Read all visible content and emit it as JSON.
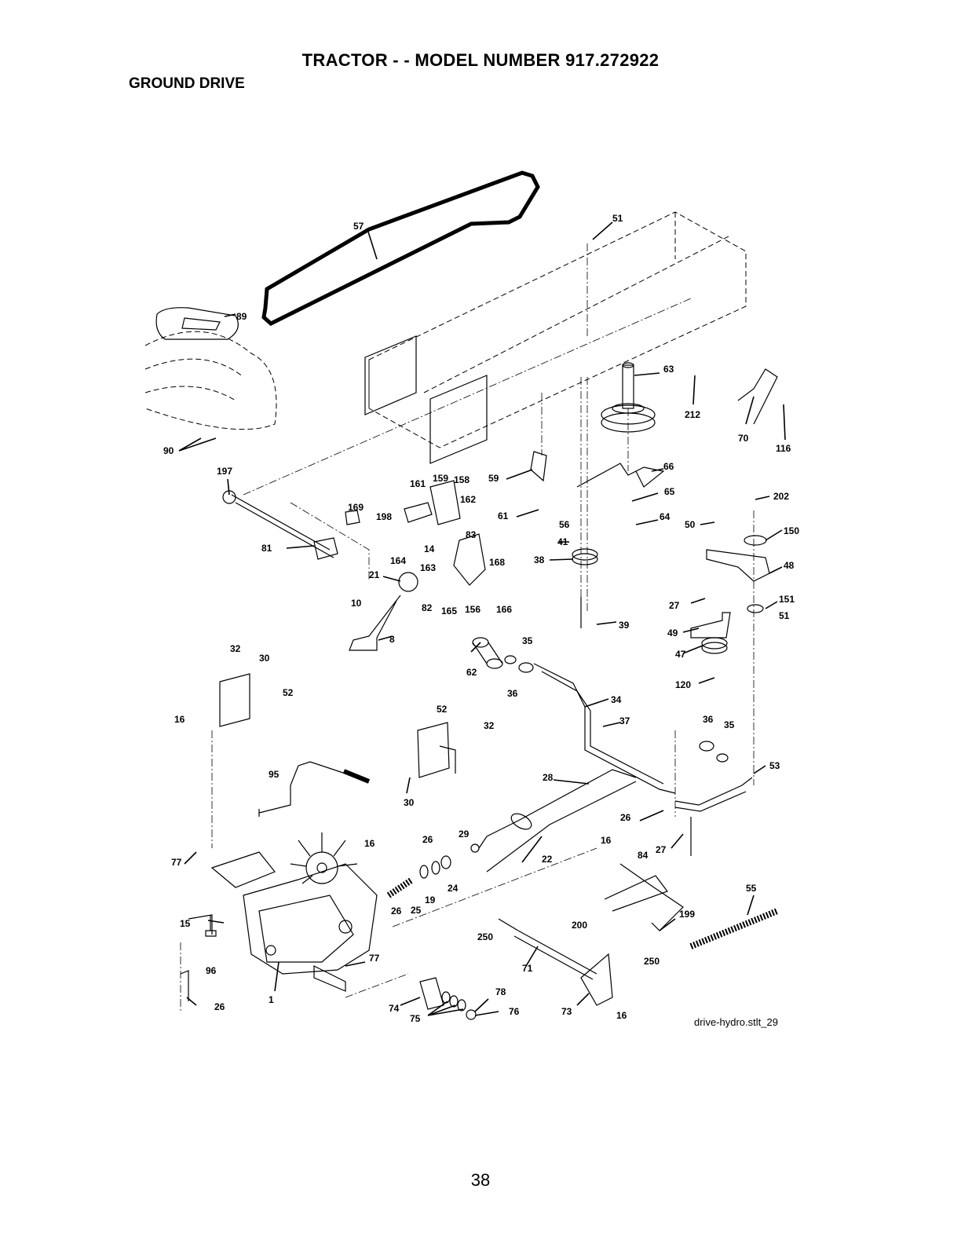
{
  "header": {
    "title": "TRACTOR - - MODEL NUMBER 917.272922",
    "subtitle": "GROUND DRIVE"
  },
  "diagram": {
    "drawing_ref": "drive-hydro.stlt_29",
    "callouts": [
      "57",
      "51",
      "89",
      "63",
      "212",
      "70",
      "116",
      "90",
      "197",
      "161",
      "159",
      "158",
      "162",
      "169",
      "198",
      "59",
      "66",
      "65",
      "202",
      "61",
      "56",
      "64",
      "50",
      "150",
      "41",
      "83",
      "81",
      "14",
      "164",
      "168",
      "163",
      "21",
      "48",
      "38",
      "151",
      "51",
      "27",
      "10",
      "82",
      "165",
      "156",
      "166",
      "39",
      "49",
      "47",
      "8",
      "35",
      "32",
      "30",
      "62",
      "36",
      "120",
      "52",
      "34",
      "16",
      "52",
      "37",
      "36",
      "35",
      "32",
      "53",
      "95",
      "28",
      "30",
      "26",
      "29",
      "27",
      "16",
      "26",
      "84",
      "22",
      "77",
      "24",
      "19",
      "25",
      "26",
      "199",
      "55",
      "15",
      "200",
      "250",
      "250",
      "77",
      "71",
      "96",
      "78",
      "26",
      "1",
      "74",
      "75",
      "76",
      "73",
      "16"
    ]
  },
  "page": {
    "number": "38"
  }
}
